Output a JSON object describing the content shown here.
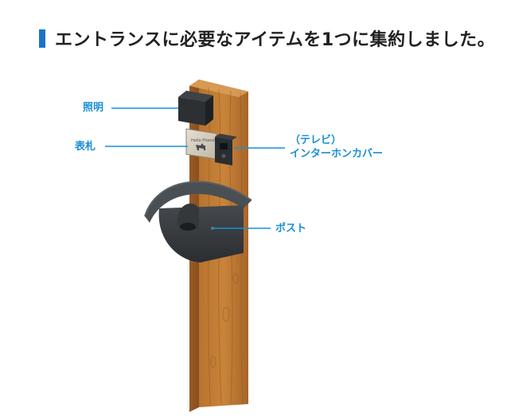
{
  "page": {
    "title": "エントランスに必要なアイテムを1つに集約しました。",
    "accent_color": "#1a73c6",
    "label_color": "#1a8fd6"
  },
  "labels": {
    "light": "照明",
    "nameplate": "表札",
    "intercom_line1": "（テレビ）",
    "intercom_line2": "インターホンカバー",
    "post": "ポスト"
  },
  "nameplate_text": "Hello Friend"
}
